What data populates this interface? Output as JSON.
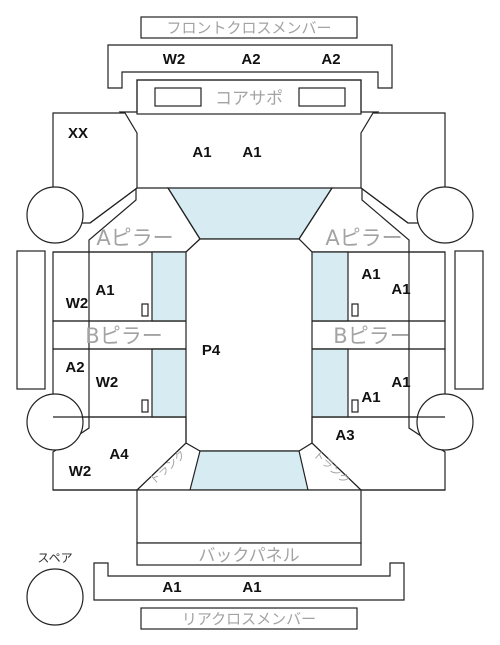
{
  "labels": {
    "front_cross_member": "フロントクロスメンバー",
    "core_support": "コアサポ",
    "a_pillar": "Aピラー",
    "b_pillar": "Bピラー",
    "back_panel": "バックパネル",
    "rear_cross_member": "リアクロスメンバー",
    "spare": "スペア",
    "trunk": "トランク"
  },
  "codes": {
    "front_cross": [
      "W2",
      "A2",
      "A2"
    ],
    "core_left": "A1",
    "core_right": "A1",
    "front_left_fender": "XX",
    "front_left_door": [
      "A1",
      "W2"
    ],
    "rear_left_door": [
      "A2",
      "W2"
    ],
    "rear_left_quarter": [
      "A4",
      "W2"
    ],
    "front_right_door": [
      "A1",
      "A1"
    ],
    "rear_right_door": [
      "A1",
      "A1"
    ],
    "rear_right_quarter": "A3",
    "roof": "P4",
    "rear_cross": [
      "A1",
      "A1"
    ]
  },
  "colors": {
    "glass": "#d6ebf2",
    "label_gray": "#a3a3a3",
    "stroke": "#222222"
  }
}
